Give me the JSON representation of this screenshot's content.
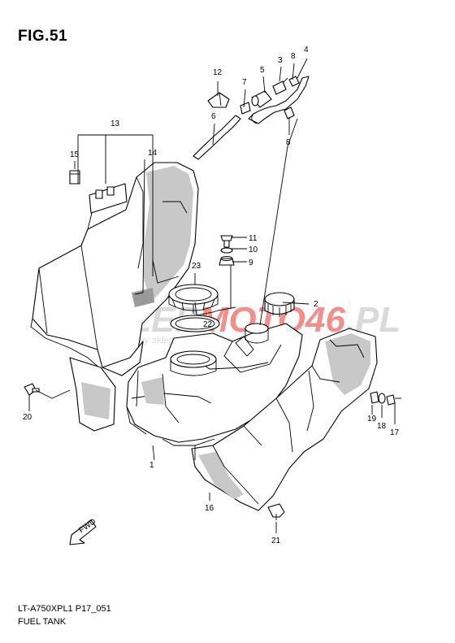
{
  "figure": {
    "title": "FIG.51",
    "diagram_code": "LT-A750XPL1 P17_051",
    "assembly_name": "FUEL TANK"
  },
  "watermark": {
    "brand_grey": "SKLEP",
    "brand_red": "MOTO46",
    "brand_domain": ".PL",
    "tagline": "internetowy sklep motocyklowy",
    "grey_color": "#bdbdbd",
    "red_color": "#e8322e"
  },
  "fwd_marker": "FWD",
  "callouts": [
    {
      "id": "c1",
      "label": "1"
    },
    {
      "id": "c2",
      "label": "2"
    },
    {
      "id": "c3",
      "label": "3"
    },
    {
      "id": "c4",
      "label": "4"
    },
    {
      "id": "c5",
      "label": "5"
    },
    {
      "id": "c6",
      "label": "6"
    },
    {
      "id": "c7",
      "label": "7"
    },
    {
      "id": "c8a",
      "label": "8"
    },
    {
      "id": "c8b",
      "label": "8"
    },
    {
      "id": "c9",
      "label": "9"
    },
    {
      "id": "c10",
      "label": "10"
    },
    {
      "id": "c11",
      "label": "11"
    },
    {
      "id": "c12",
      "label": "12"
    },
    {
      "id": "c13",
      "label": "13"
    },
    {
      "id": "c14",
      "label": "14"
    },
    {
      "id": "c15",
      "label": "15"
    },
    {
      "id": "c16",
      "label": "16"
    },
    {
      "id": "c17",
      "label": "17"
    },
    {
      "id": "c18",
      "label": "18"
    },
    {
      "id": "c19",
      "label": "19"
    },
    {
      "id": "c20",
      "label": "20"
    },
    {
      "id": "c21",
      "label": "21"
    },
    {
      "id": "c22",
      "label": "22"
    },
    {
      "id": "c23",
      "label": "23"
    }
  ]
}
